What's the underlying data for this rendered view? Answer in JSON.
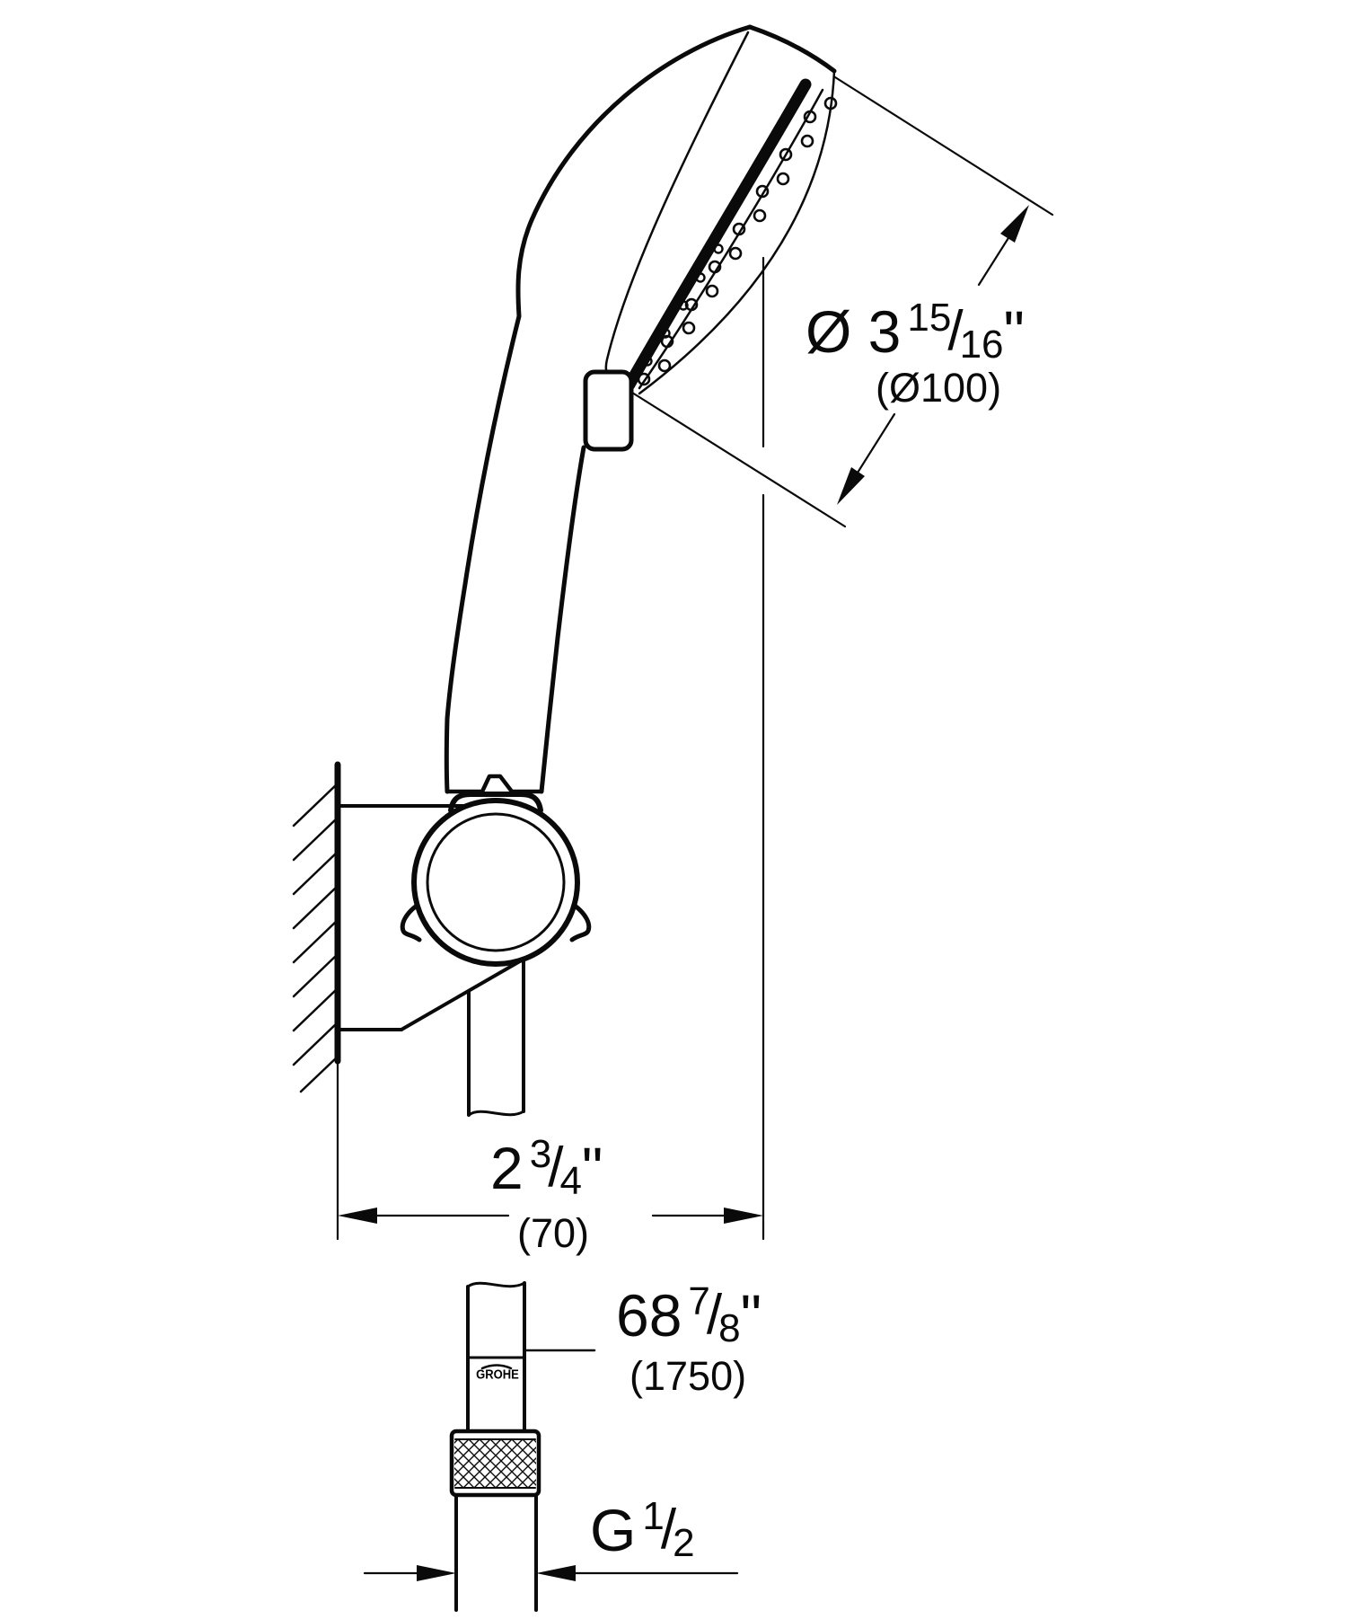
{
  "drawing": {
    "title": "Hand shower with wall holder - dimensional drawing",
    "brand_logo": "GROHE",
    "line_color": "#0a0a0a",
    "background_color": "#ffffff",
    "dimensions": {
      "head_diameter": {
        "main": "Ø 3",
        "frac_numerator": "15",
        "frac_slash": "/",
        "frac_denominator": "16",
        "unit_mark": "\"",
        "metric": "(Ø100)"
      },
      "holder_offset": {
        "main": "2",
        "frac_numerator": "3",
        "frac_slash": "/",
        "frac_denominator": "4",
        "unit_mark": "\"",
        "metric": "(70)"
      },
      "hose_length": {
        "main": "68",
        "frac_numerator": "7",
        "frac_slash": "/",
        "frac_denominator": "8",
        "unit_mark": "\"",
        "metric": "(1750)"
      },
      "thread_size": {
        "main": "G",
        "frac_numerator": "1",
        "frac_slash": "/",
        "frac_denominator": "2",
        "unit_mark": "",
        "metric": ""
      }
    }
  }
}
